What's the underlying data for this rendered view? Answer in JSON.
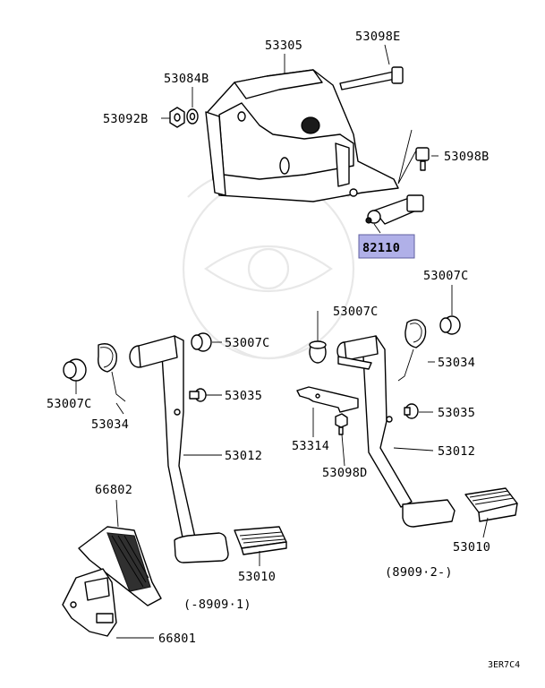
{
  "diagram_id": "3ER7C4",
  "highlighted_part": "82110",
  "highlight_color": "#b0b0e8",
  "variant_labels": {
    "left": "(-8909·1)",
    "right": "(8909·2-)"
  },
  "parts": {
    "p53305": "53305",
    "p53098E": "53098E",
    "p53084B": "53084B",
    "p53092B": "53092B",
    "p53098B": "53098B",
    "p82110": "82110",
    "p53007C_tr": "53007C",
    "p53007C_mid": "53007C",
    "p53007C_left": "53007C",
    "p53007C_bl": "53007C",
    "p53034_r": "53034",
    "p53034_l": "53034",
    "p53035_l": "53035",
    "p53035_r": "53035",
    "p53012_l": "53012",
    "p53012_r": "53012",
    "p53314": "53314",
    "p53098D": "53098D",
    "p66802": "66802",
    "p53010_l": "53010",
    "p53010_r": "53010",
    "p66801": "66801"
  }
}
